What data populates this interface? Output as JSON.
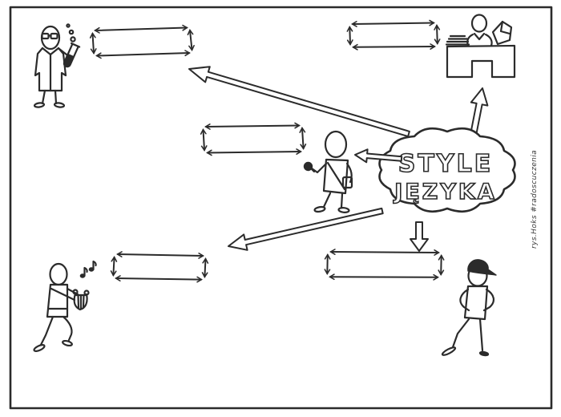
{
  "page": {
    "background_color": "#ffffff",
    "ink_color": "#2b2b2b"
  },
  "cloud": {
    "title_line1": "STYLE",
    "title_line2": "JĘZYKA"
  },
  "signature": "rys.Hoks #radoscuczenia",
  "answer_boxes": {
    "top_left": "",
    "top_right": "",
    "middle_left": "",
    "bottom_left": "",
    "bottom_center": ""
  },
  "icons": {
    "scientist": "scientist-with-test-tube",
    "writer": "person-writing-at-desk",
    "speaker": "person-with-microphone",
    "musician": "musician-with-lyre",
    "teen": "teen-with-baseball-cap"
  }
}
